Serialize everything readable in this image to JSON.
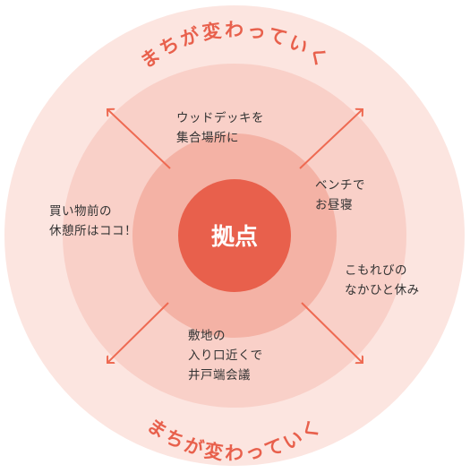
{
  "colors": {
    "outer_ring": "#fce5e0",
    "second_ring": "#f9d0c8",
    "third_ring": "#f4b2a5",
    "center": "#e8604c",
    "arrow": "#ee6a52",
    "text_accent": "#e8604c",
    "label_text": "#333333"
  },
  "top_caption": "まちが変わっていく",
  "bottom_caption": "まちが変わっていく",
  "center_label": "拠点",
  "labels": {
    "top": [
      "ウッドデッキを",
      "集合場所に"
    ],
    "left": [
      "買い物前の",
      "休憩所はココ！"
    ],
    "right_upper": [
      "ベンチで",
      "お昼寝"
    ],
    "right_lower": [
      "こもれびの",
      "なかひと休み"
    ],
    "bottom": [
      "敷地の",
      "入り口近くで",
      "井戸端会議"
    ]
  },
  "arrows": [
    "up-left",
    "up-right",
    "down-left",
    "down-right"
  ]
}
